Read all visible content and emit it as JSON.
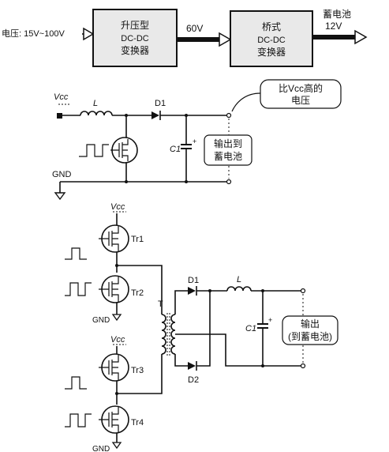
{
  "block_diagram": {
    "input_label": "电压: 15V~100V",
    "boost_block": [
      "升压型",
      "DC-DC",
      "变换器"
    ],
    "mid_voltage": "60V",
    "bridge_block": [
      "桥式",
      "DC-DC",
      "变换器"
    ],
    "output_label": [
      "蓄电池",
      "12V"
    ]
  },
  "boost_circuit": {
    "vcc": "Vcc",
    "inductor": "L",
    "diode": "D1",
    "capacitor": "C1",
    "ground": "GND",
    "callout": [
      "比Vcc高的",
      "电压"
    ],
    "output_box": [
      "输出到",
      "蓄电池"
    ]
  },
  "bridge_circuit": {
    "vcc_top": "Vcc",
    "vcc_lower": "Vcc",
    "tr1": "Tr1",
    "tr2": "Tr2",
    "tr3": "Tr3",
    "tr4": "Tr4",
    "gnd_1": "GND",
    "gnd_2": "GND",
    "transformer": "T",
    "d1": "D1",
    "d2": "D2",
    "inductor": "L",
    "capacitor": "C1",
    "output_box": [
      "输出",
      "(到蓄电池)"
    ]
  }
}
